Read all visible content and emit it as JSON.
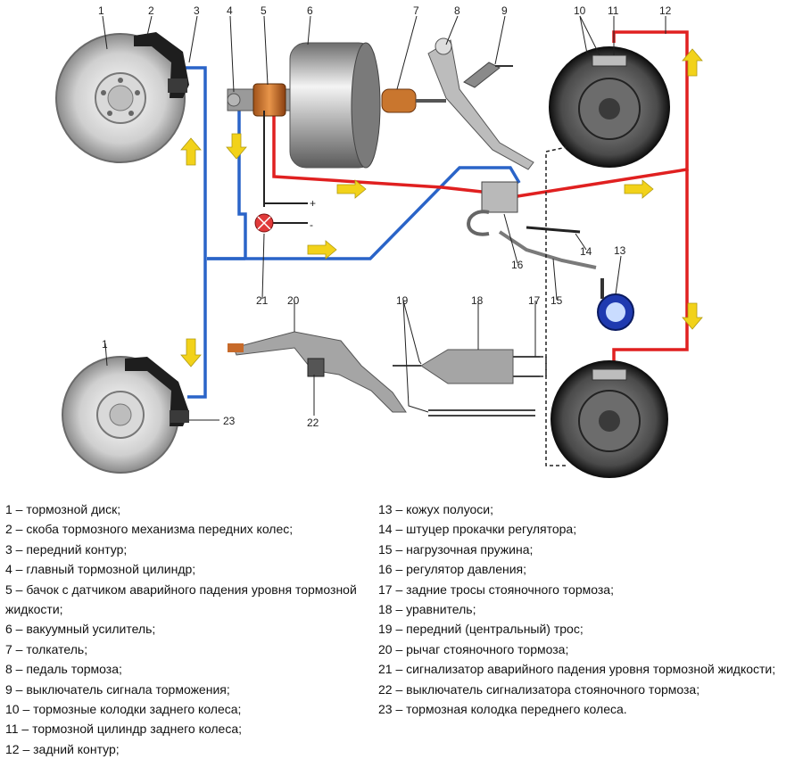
{
  "callouts": [
    "1",
    "2",
    "3",
    "4",
    "5",
    "6",
    "7",
    "8",
    "9",
    "10",
    "11",
    "12",
    "13",
    "14",
    "15",
    "16",
    "17",
    "18",
    "19",
    "20",
    "21",
    "22",
    "23",
    "1"
  ],
  "symbols": {
    "plus": "+",
    "minus": "-"
  },
  "colors": {
    "front_circuit": "#2a64c8",
    "rear_circuit": "#e02020",
    "flow_arrow": "#f2d21a",
    "cable": "#222222"
  },
  "legend": {
    "left": [
      "1 – тормозной диск;",
      "2 – скоба тормозного механизма передних колес;",
      "3 – передний контур;",
      "4 – главный тормозной цилиндр;",
      "5 – бачок с датчиком аварийного падения уровня тормозной жидкости;",
      "6 – вакуумный усилитель;",
      "7 – толкатель;",
      "8 – педаль тормоза;",
      "9 – выключатель сигнала торможения;",
      "10 – тормозные колодки заднего колеса;",
      "11 – тормозной цилиндр заднего колеса;",
      "12 – задний контур;"
    ],
    "right": [
      "13 – кожух полуоси;",
      "14 – штуцер прокачки регулятора;",
      "15 – нагрузочная пружина;",
      "16 – регулятор давления;",
      "17 – задние тросы стояночного тормоза;",
      "18 – уравнитель;",
      "19 – передний (центральный) трос;",
      "20 – рычаг стояночного тормоза;",
      "21 – сигнализатор аварийного падения уровня тормозной жидкости;",
      "22 – выключатель сигнализатора стояночного тормоза;",
      "23 – тормозная колодка переднего колеса."
    ]
  }
}
